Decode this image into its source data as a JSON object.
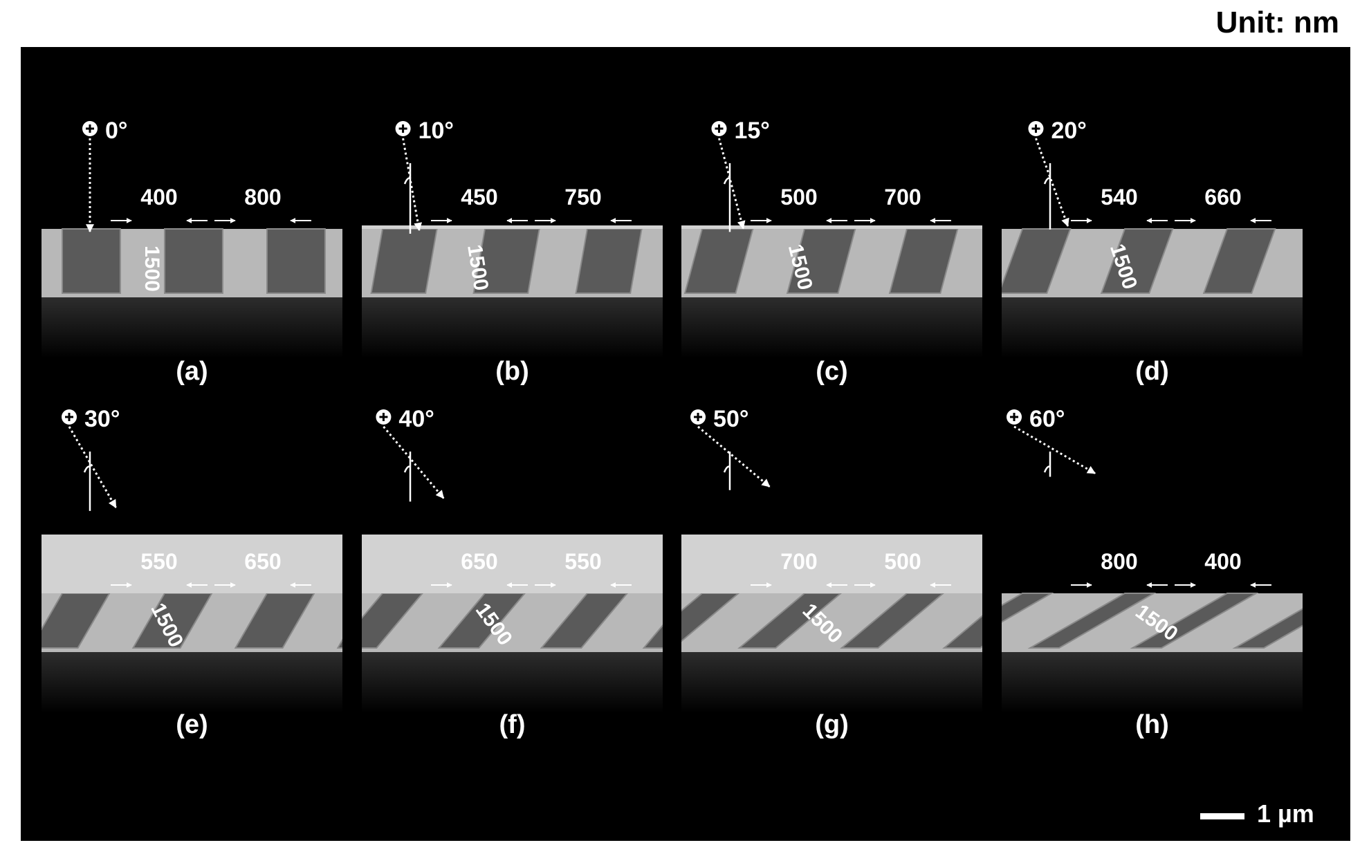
{
  "unit_label": "Unit: nm",
  "scale_bar": "1 µm",
  "colors": {
    "background": "#000000",
    "substrate_dark": "#141414",
    "grating_light": "#b8b8b8",
    "photoresist": "#d2d2d2",
    "annotation": "#ffffff"
  },
  "icons": [
    "circled-plus-icon",
    "dotted-arrow-icon",
    "angle-arc-icon",
    "dimension-arrow-icon"
  ],
  "panels": [
    {
      "label": "(a)",
      "angle": "0°",
      "opening": "400",
      "line": "800",
      "depth": "1500",
      "tilt_deg": 0,
      "fill": 0.333,
      "cover": false
    },
    {
      "label": "(b)",
      "angle": "10°",
      "opening": "450",
      "line": "750",
      "depth": "1500",
      "tilt_deg": 10,
      "fill": 0.375,
      "cover": true
    },
    {
      "label": "(c)",
      "angle": "15°",
      "opening": "500",
      "line": "700",
      "depth": "1500",
      "tilt_deg": 15,
      "fill": 0.417,
      "cover": true
    },
    {
      "label": "(d)",
      "angle": "20°",
      "opening": "540",
      "line": "660",
      "depth": "1500",
      "tilt_deg": 20,
      "fill": 0.45,
      "cover": false
    },
    {
      "label": "(e)",
      "angle": "30°",
      "opening": "550",
      "line": "650",
      "depth": "1500",
      "tilt_deg": 30,
      "fill": 0.458,
      "cover": true
    },
    {
      "label": "(f)",
      "angle": "40°",
      "opening": "650",
      "line": "550",
      "depth": "1500",
      "tilt_deg": 40,
      "fill": 0.542,
      "cover": true
    },
    {
      "label": "(g)",
      "angle": "50°",
      "opening": "700",
      "line": "500",
      "depth": "1500",
      "tilt_deg": 50,
      "fill": 0.583,
      "cover": true
    },
    {
      "label": "(h)",
      "angle": "60°",
      "opening": "800",
      "line": "400",
      "depth": "1500",
      "tilt_deg": 60,
      "fill": 0.667,
      "cover": false
    }
  ]
}
